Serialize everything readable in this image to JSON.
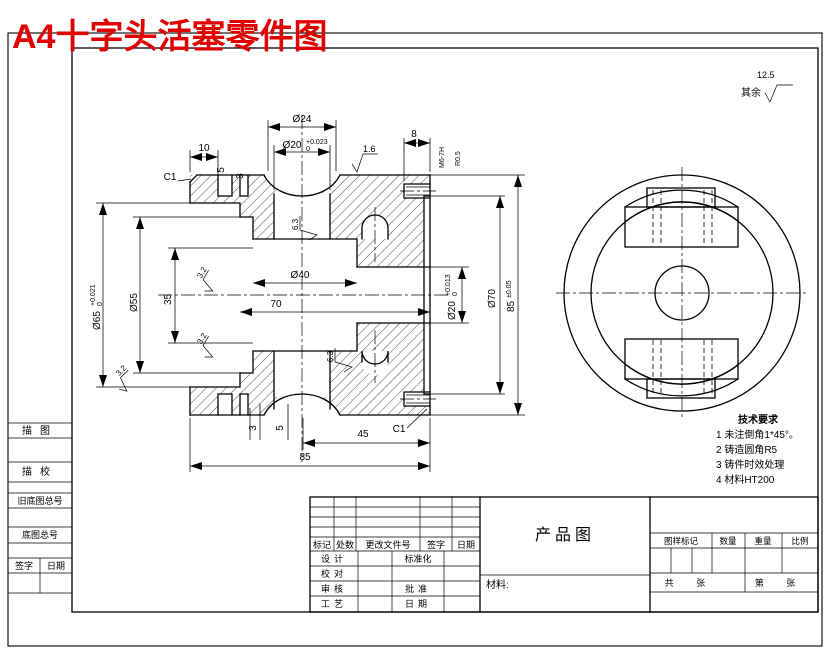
{
  "title": "A4十字头活塞零件图",
  "surface_default": {
    "prefix": "其余",
    "value": "12.5"
  },
  "tech": {
    "title": "技术要求",
    "items": [
      "1 未注倒角1*45°。",
      "2 铸造圆角R5",
      "3 铸件时效处理",
      "4 材料HT200"
    ]
  },
  "dims": {
    "d24": "Ø24",
    "d20t": "Ø20",
    "d20t_u": "+0.023",
    "d20t_l": "0",
    "len10": "10",
    "groove5": "5",
    "groove3": "3",
    "len8": "8",
    "thread": "M6-7H",
    "thread2": "R0.5",
    "ra16": "1.6",
    "c1_top": "C1",
    "c1_bottom": "C1",
    "d65": "Ø65",
    "d65_u": "+0.021",
    "d65_l": "0",
    "d55": "Ø55",
    "len35": "35",
    "ra32_top": "3.2",
    "ra32_mid": "3.2",
    "ra32_bl": "3.2",
    "ra63_top": "6.3",
    "ra63_bot": "6.3",
    "d40": "Ø40",
    "len70": "70",
    "step3": "3",
    "step5": "5",
    "len45": "45",
    "len85": "85",
    "d20r": "Ø20",
    "d20r_u": "+0.013",
    "d20r_l": "0",
    "d70": "Ø70",
    "h85": "85",
    "h85_tol": "±0.05"
  },
  "title_block": {
    "product": "产品图",
    "material_label": "材料:",
    "header_row": [
      "标记",
      "处数",
      "更改文件号",
      "签字",
      "日期"
    ],
    "left_rows": [
      "设计",
      "校对",
      "审核",
      "工艺"
    ],
    "mid_labels": [
      "标准化",
      "批准",
      "日期"
    ],
    "right_headers": [
      "图样标记",
      "数量",
      "重量",
      "比例"
    ],
    "sheet_left": "共  张",
    "sheet_right": "第  张"
  },
  "margin_blocks": {
    "items": [
      "描图",
      "描校",
      "旧底图总号",
      "底图总号"
    ],
    "sign": "签字",
    "date": "日期"
  },
  "colors": {
    "accent_red": "#ff0000",
    "line": "#000000",
    "bg": "#ffffff"
  }
}
